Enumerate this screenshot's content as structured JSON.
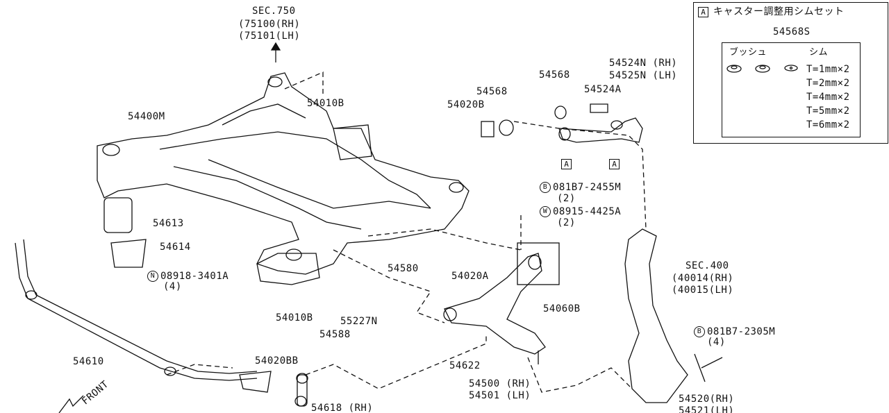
{
  "legend": {
    "marker": "A",
    "title": "キャスター調整用シムセット",
    "part_number": "54568S",
    "bush_label": "ブッシュ",
    "shim_label": "シム",
    "shim_sizes": [
      "T=1mm×2",
      "T=2mm×2",
      "T=4mm×2",
      "T=5mm×2",
      "T=6mm×2"
    ]
  },
  "labels": {
    "sec750": "SEC.750",
    "sec750_rh": "(75100(RH)",
    "sec750_lh": "(75101(LH)",
    "p54400m": "54400M",
    "p54010b_top": "54010B",
    "p54568_a": "54568",
    "p54020b": "54020B",
    "p54568_b": "54568",
    "p54524a": "54524A",
    "p54524n": "54524N (RH)",
    "p54525n": "54525N (LH)",
    "marker_a1": "A",
    "marker_a2": "A",
    "bolt_b1_marker": "B",
    "bolt_b1": "081B7-2455M",
    "bolt_b1_qty": "(2)",
    "washer_w_marker": "W",
    "washer_w": "08915-4425A",
    "washer_w_qty": "(2)",
    "p54613": "54613",
    "p54614": "54614",
    "nut_n_marker": "N",
    "nut_n": "08918-3401A",
    "nut_n_qty": "(4)",
    "p54580": "54580",
    "p54020a": "54020A",
    "sec400": "SEC.400",
    "sec400_rh": "(40014(RH)",
    "sec400_lh": "(40015(LH)",
    "p54060b": "54060B",
    "p54010b_bottom": "54010B",
    "p55227n": "55227N",
    "p54588": "54588",
    "bolt_b2_marker": "B",
    "bolt_b2": "081B7-2305M",
    "bolt_b2_qty": "(4)",
    "p54610": "54610",
    "p54020bb": "54020BB",
    "p54622": "54622",
    "p54500": "54500 (RH)",
    "p54501": "54501 (LH)",
    "p54618": "54618 (RH)",
    "p54520": "54520(RH)",
    "p54521": "54521(LH)",
    "front": "FRONT"
  }
}
